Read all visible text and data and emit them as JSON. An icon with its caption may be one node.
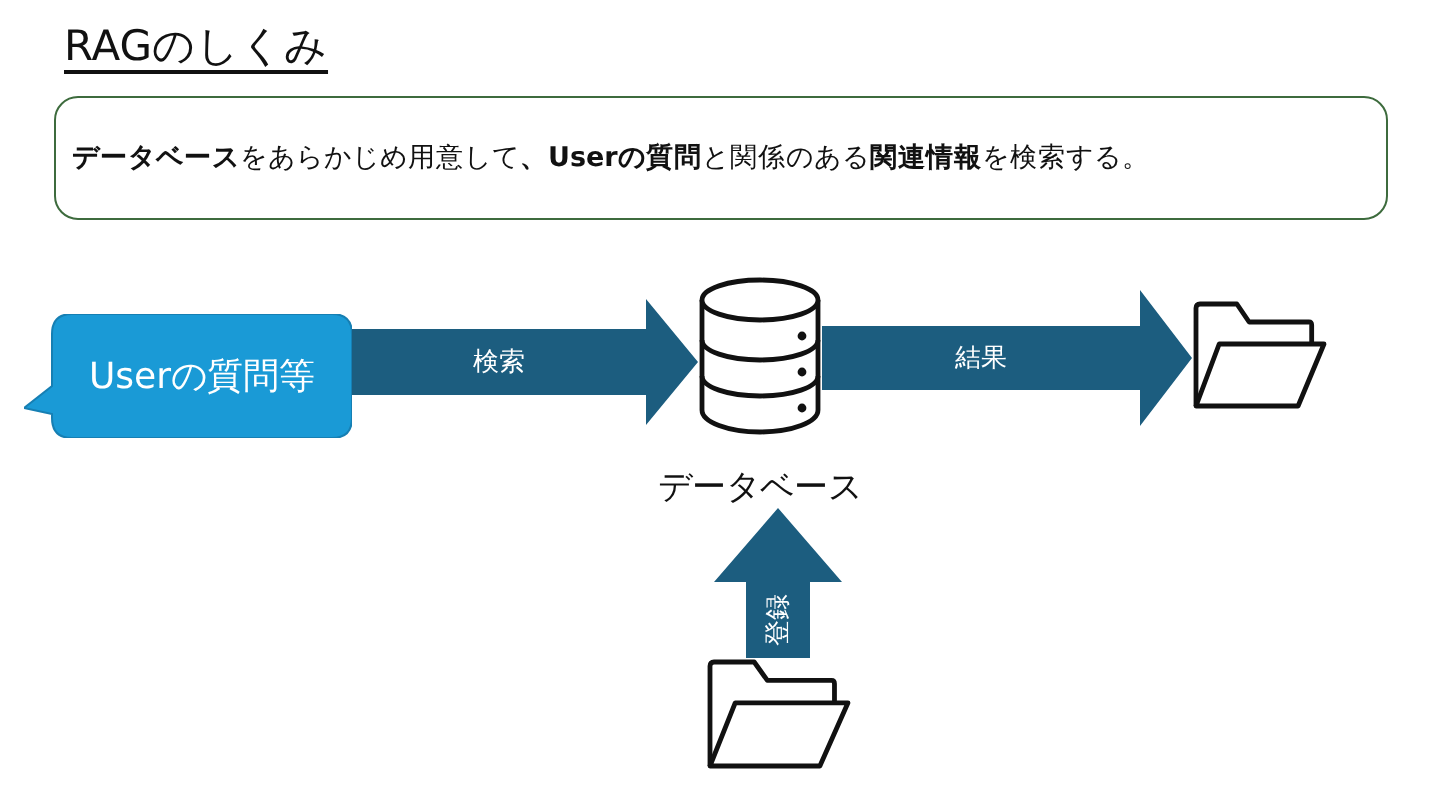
{
  "diagram": {
    "title": "RAGのしくみ",
    "nodes": [
      {
        "text": [
          "**データベース**をあらかじめ用意して**、Userの質問**と関係のある**関連情報**を検索する。"
        ]
      },
      {
        "text": [
          "Userの質問等"
        ]
      },
      {
        "text": [],
        "shape": "cylinder",
        "beside": [
          "データベース"
        ]
      },
      {
        "text": [],
        "shape": "folder"
      },
      {
        "text": [],
        "shape": "folder"
      }
    ],
    "edges": [
      {
        "from": 1,
        "to": 2,
        "arrow": "to",
        "label": "検索"
      },
      {
        "from": 2,
        "to": 3,
        "arrow": "to",
        "label": "結果"
      },
      {
        "from": 4,
        "to": 2,
        "arrow": "to",
        "label": "登録"
      }
    ]
  }
}
